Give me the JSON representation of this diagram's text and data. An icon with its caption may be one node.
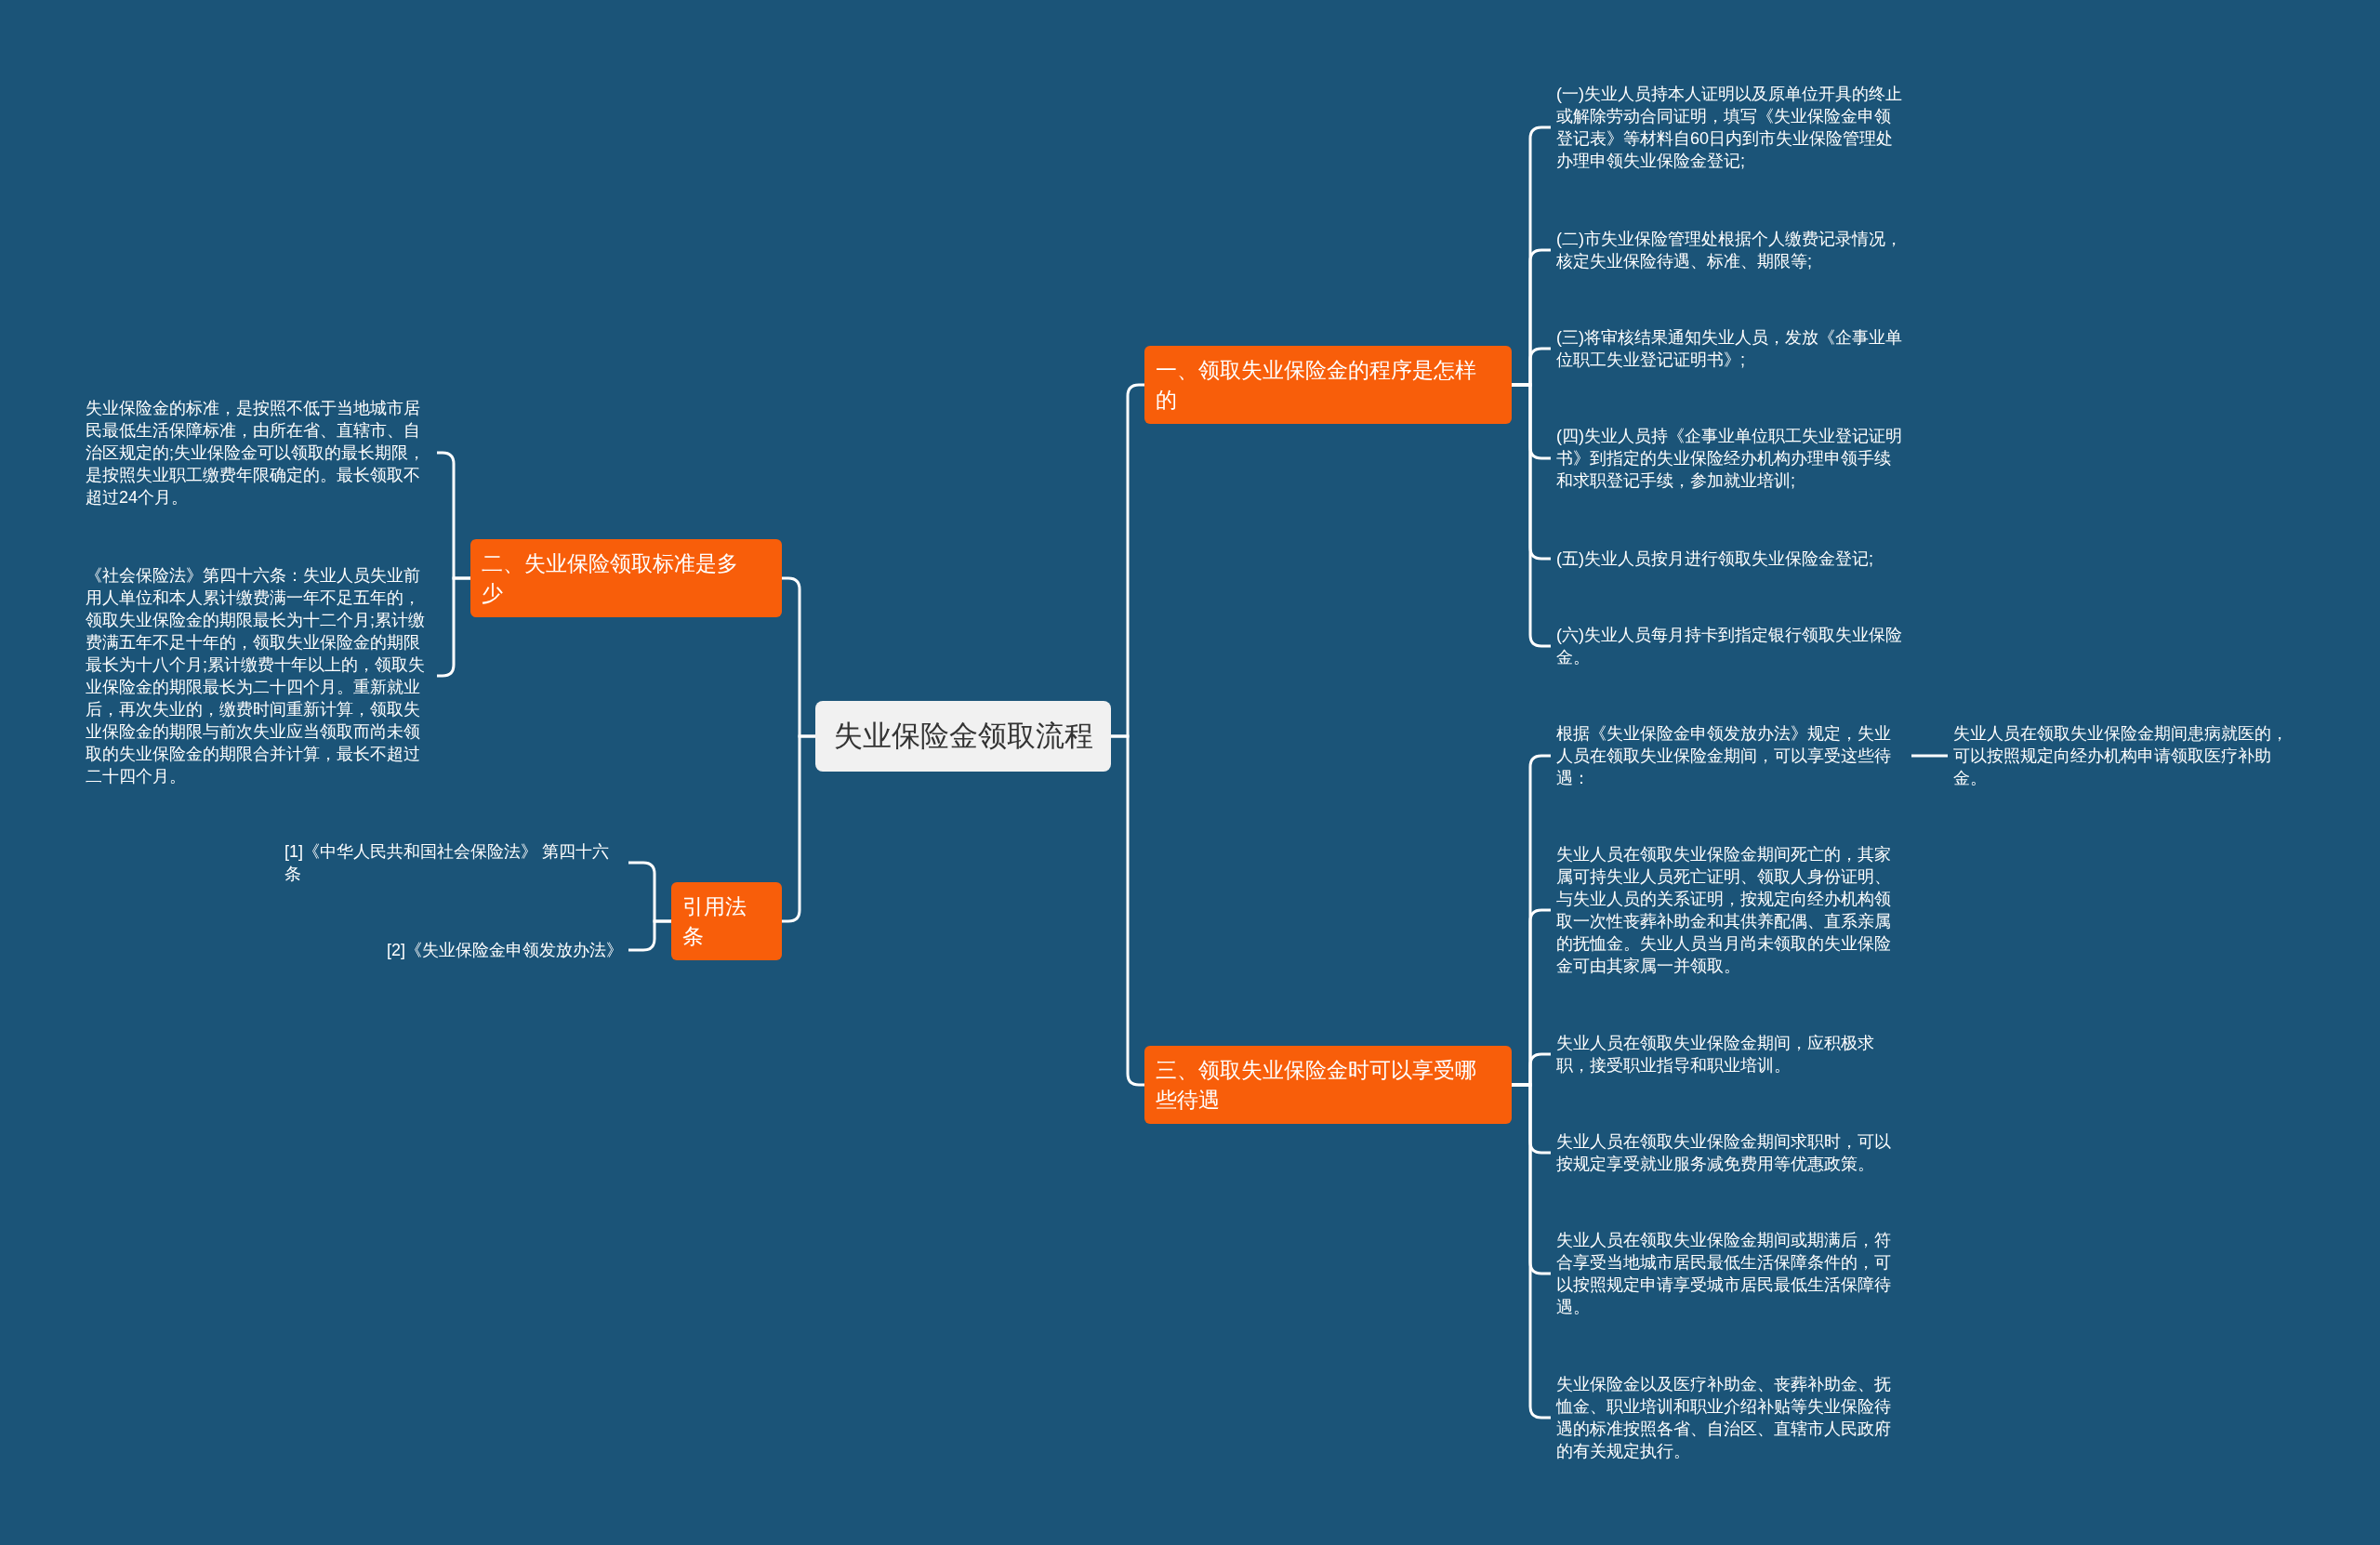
{
  "diagram": {
    "nodes": [
      {
        "text": [
          "失业保险金领取流程"
        ]
      },
      {
        "text": [
          "一、领取失业保险金的程序是怎样的"
        ]
      },
      {
        "text": [
          "(一)失业人员持本人证明以及原单位开具的终止或解除劳动合同证明，填写《失业保险金申领登记表》等材料自60日内到市失业保险管理处办理申领失业保险金登记;"
        ]
      },
      {
        "text": [
          "(二)市失业保险管理处根据个人缴费记录情况，核定失业保险待遇、标准、期限等;"
        ]
      },
      {
        "text": [
          "(三)将审核结果通知失业人员，发放《企事业单位职工失业登记证明书》;"
        ]
      },
      {
        "text": [
          "(四)失业人员持《企事业单位职工失业登记证明书》到指定的失业保险经办机构办理申领手续和求职登记手续，参加就业培训;"
        ]
      },
      {
        "text": [
          "(五)失业人员按月进行领取失业保险金登记;"
        ]
      },
      {
        "text": [
          "(六)失业人员每月持卡到指定银行领取失业保险金。"
        ]
      },
      {
        "text": [
          "三、领取失业保险金时可以享受哪些待遇"
        ]
      },
      {
        "text": [
          "根据《失业保险金申领发放办法》规定，失业人员在领取失业保险金期间，可以享受这些待遇："
        ]
      },
      {
        "text": [
          "失业人员在领取失业保险金期间死亡的，其家属可持失业人员死亡证明、领取人身份证明、与失业人员的关系证明，按规定向经办机构领取一次性丧葬补助金和其供养配偶、直系亲属的抚恤金。失业人员当月尚未领取的失业保险金可由其家属一并领取。"
        ]
      },
      {
        "text": [
          "失业人员在领取失业保险金期间，应积极求职，接受职业指导和职业培训。"
        ]
      },
      {
        "text": [
          "失业人员在领取失业保险金期间求职时，可以按规定享受就业服务减免费用等优惠政策。"
        ]
      },
      {
        "text": [
          "失业人员在领取失业保险金期间或期满后，符合享受当地城市居民最低生活保障条件的，可以按照规定申请享受城市居民最低生活保障待遇。"
        ]
      },
      {
        "text": [
          "失业保险金以及医疗补助金、丧葬补助金、抚恤金、职业培训和职业介绍补贴等失业保险待遇的标准按照各省、自治区、直辖市人民政府的有关规定执行。"
        ]
      },
      {
        "text": [
          "失业人员在领取失业保险金期间患病就医的，可以按照规定向经办机构申请领取医疗补助金。"
        ]
      },
      {
        "text": [
          "二、失业保险领取标准是多少"
        ]
      },
      {
        "text": [
          "失业保险金的标准，是按照不低于当地城市居民最低生活保障标准，由所在省、直辖市、自治区规定的;失业保险金可以领取的最长期限，是按照失业职工缴费年限确定的。最长领取不超过24个月。"
        ]
      },
      {
        "text": [
          "《社会保险法》第四十六条：失业人员失业前用人单位和本人累计缴费满一年不足五年的，领取失业保险金的期限最长为十二个月;累计缴费满五年不足十年的，领取失业保险金的期限最长为十八个月;累计缴费十年以上的，领取失业保险金的期限最长为二十四个月。重新就业后，再次失业的，缴费时间重新计算，领取失业保险金的期限与前次失业应当领取而尚未领取的失业保险金的期限合并计算，最长不超过二十四个月。"
        ]
      },
      {
        "text": [
          "引用法条"
        ]
      },
      {
        "text": [
          "[1]《中华人民共和国社会保险法》 第四十六条"
        ]
      },
      {
        "text": [
          "[2]《失业保险金申领发放办法》"
        ]
      }
    ],
    "edges": [
      {
        "from": 0,
        "to": 1,
        "arrow": "none"
      },
      {
        "from": 1,
        "to": 2,
        "arrow": "none"
      },
      {
        "from": 1,
        "to": 3,
        "arrow": "none"
      },
      {
        "from": 1,
        "to": 4,
        "arrow": "none"
      },
      {
        "from": 1,
        "to": 5,
        "arrow": "none"
      },
      {
        "from": 1,
        "to": 6,
        "arrow": "none"
      },
      {
        "from": 1,
        "to": 7,
        "arrow": "none"
      },
      {
        "from": 0,
        "to": 8,
        "arrow": "none"
      },
      {
        "from": 8,
        "to": 9,
        "arrow": "none"
      },
      {
        "from": 8,
        "to": 10,
        "arrow": "none"
      },
      {
        "from": 8,
        "to": 11,
        "arrow": "none"
      },
      {
        "from": 8,
        "to": 12,
        "arrow": "none"
      },
      {
        "from": 8,
        "to": 13,
        "arrow": "none"
      },
      {
        "from": 8,
        "to": 14,
        "arrow": "none"
      },
      {
        "from": 9,
        "to": 15,
        "arrow": "none"
      },
      {
        "from": 0,
        "to": 16,
        "arrow": "none"
      },
      {
        "from": 16,
        "to": 17,
        "arrow": "none"
      },
      {
        "from": 16,
        "to": 18,
        "arrow": "none"
      },
      {
        "from": 0,
        "to": 19,
        "arrow": "none"
      },
      {
        "from": 19,
        "to": 20,
        "arrow": "none"
      },
      {
        "from": 19,
        "to": 21,
        "arrow": "none"
      }
    ]
  }
}
